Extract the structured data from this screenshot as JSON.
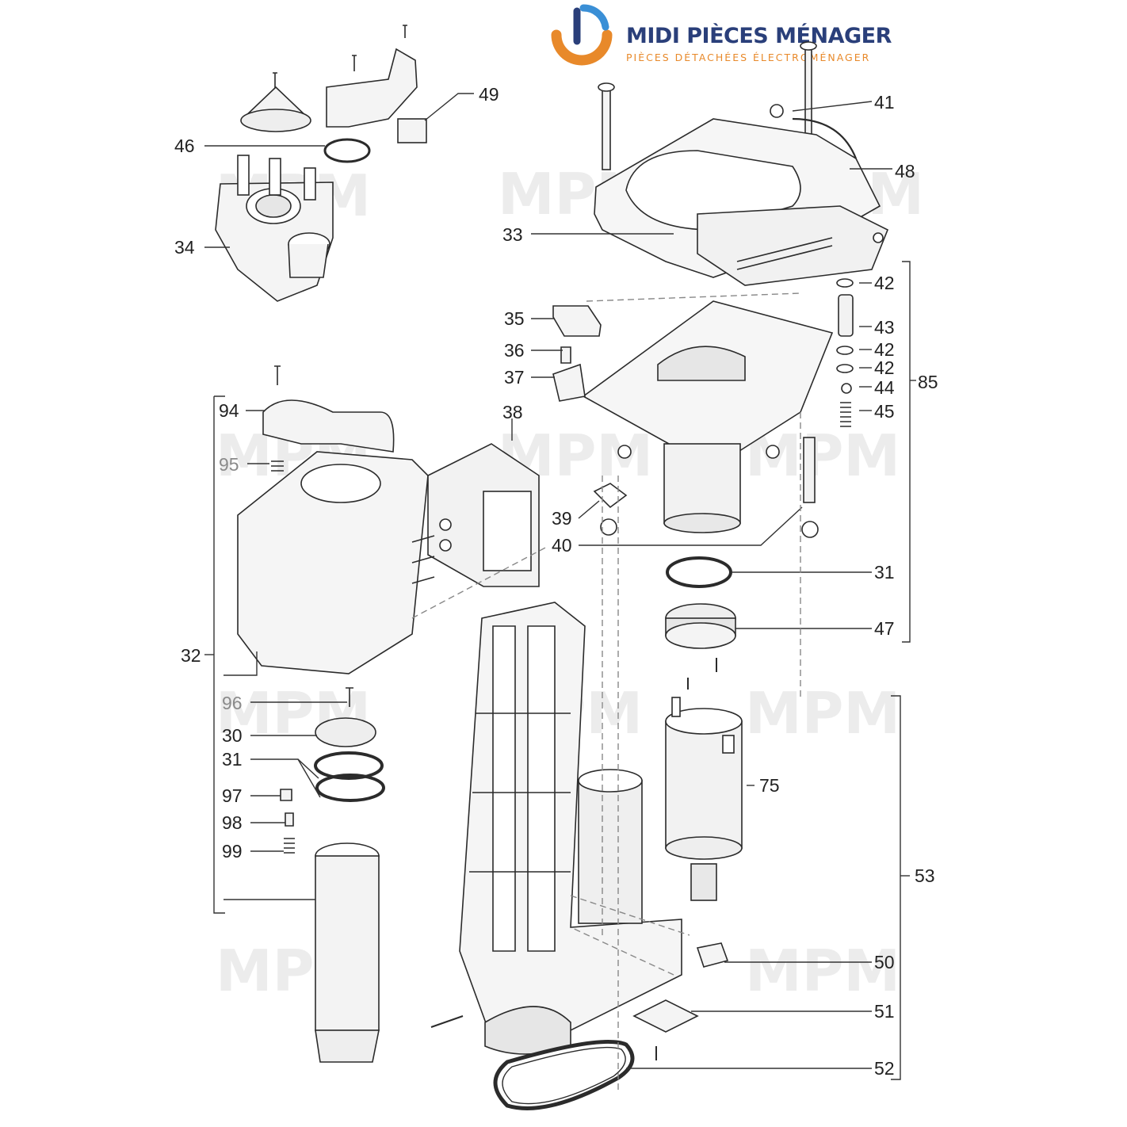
{
  "brand": {
    "name": "MIDI PIÈCES MÉNAGER",
    "tagline": "PIÈCES DÉTACHÉES ÉLECTROMÉNAGER",
    "logo_colors": {
      "orange": "#e8892a",
      "navy": "#2a3f7a",
      "blue": "#3a8fd6"
    },
    "watermark": "MPM"
  },
  "diagram": {
    "part_numbers": {
      "p41": "41",
      "p48": "48",
      "p49": "49",
      "p46": "46",
      "p34": "34",
      "p33": "33",
      "p42a": "42",
      "p43": "43",
      "p42b": "42",
      "p42c": "42",
      "p44": "44",
      "p45": "45",
      "p85": "85",
      "p35": "35",
      "p36": "36",
      "p37": "37",
      "p38": "38",
      "p94": "94",
      "p95": "95",
      "p39": "39",
      "p40": "40",
      "p31a": "31",
      "p47": "47",
      "p32": "32",
      "p96": "96",
      "p30": "30",
      "p31b": "31",
      "p97": "97",
      "p98": "98",
      "p99": "99",
      "p75": "75",
      "p53": "53",
      "p50": "50",
      "p51": "51",
      "p52": "52"
    }
  }
}
